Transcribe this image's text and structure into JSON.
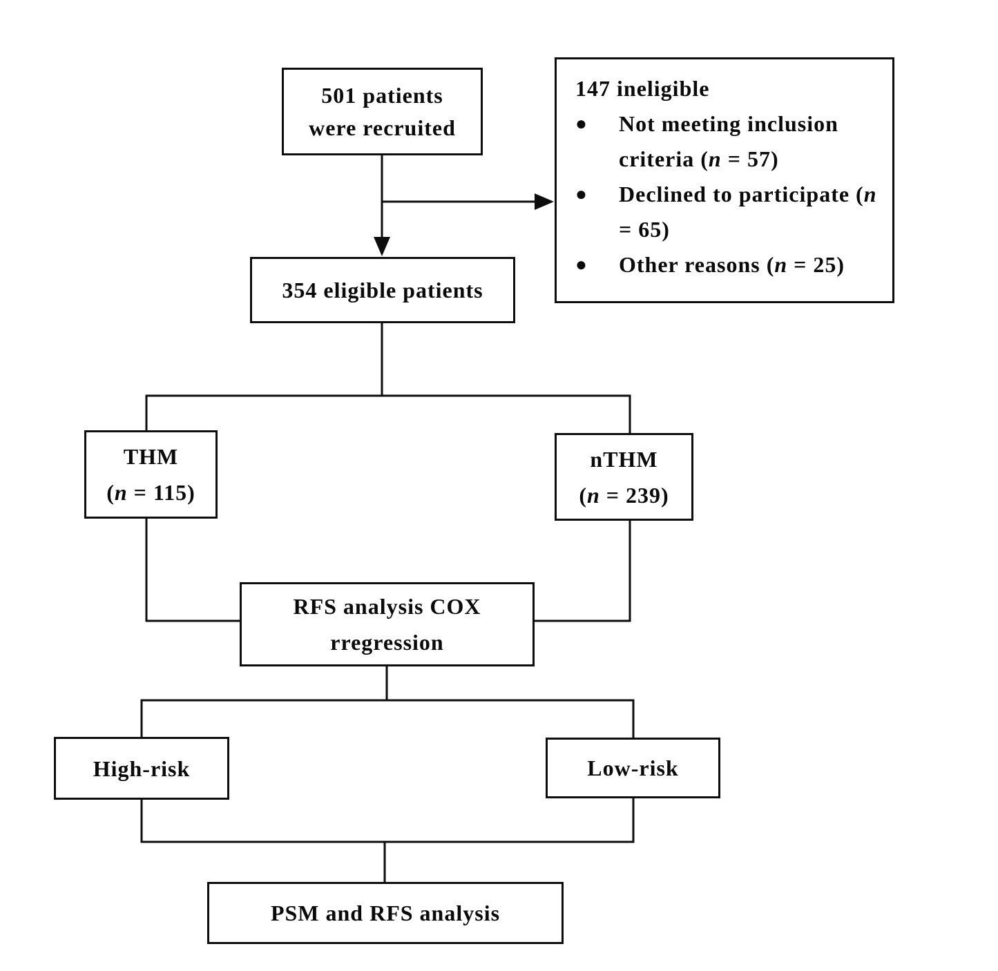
{
  "diagram": {
    "colors": {
      "line": "#0d0d0d",
      "text": "#0a0a0a",
      "background": "#ffffff"
    },
    "recruited": {
      "line1": "501 patients",
      "line2": "were recruited"
    },
    "ineligible": {
      "header": "147 ineligible",
      "bullet_icon": "●",
      "bullets": [
        "Not meeting inclusion criteria (n = 57)",
        "Declined to participate (n = 65)",
        "Other reasons (n = 25)"
      ]
    },
    "eligible": {
      "label": "354 eligible patients"
    },
    "thm": {
      "line1": "THM",
      "line2": "(n = 115)"
    },
    "nthm": {
      "line1": "nTHM",
      "line2": "(n = 239)"
    },
    "rfs": {
      "line1": "RFS analysis COX",
      "line2": "rregression"
    },
    "high_risk": {
      "label": "High-risk"
    },
    "low_risk": {
      "label": "Low-risk"
    },
    "psm": {
      "label": "PSM and RFS analysis"
    }
  }
}
